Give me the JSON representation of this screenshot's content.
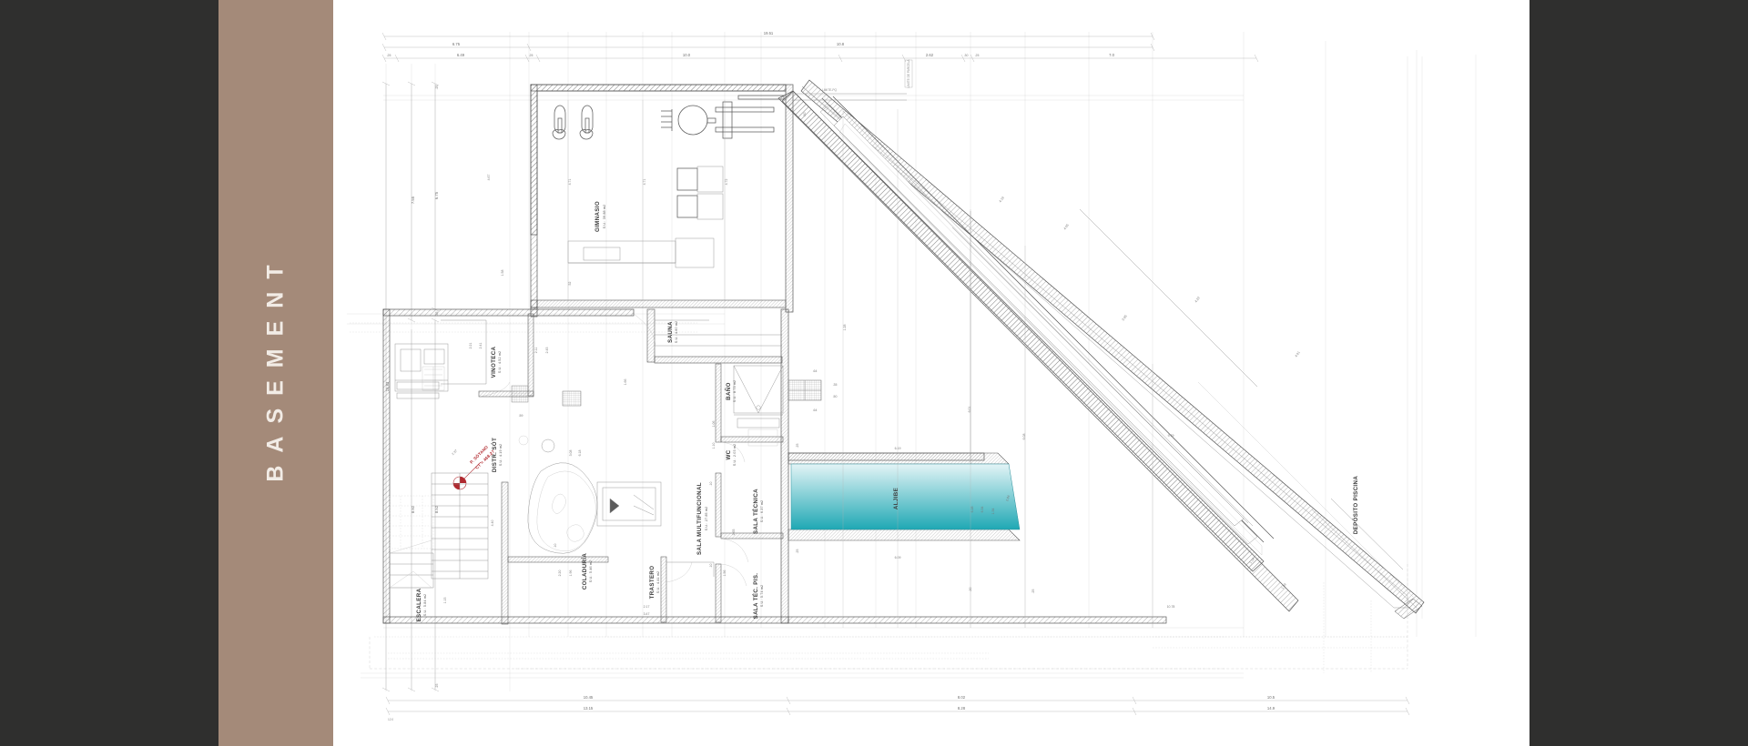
{
  "page": {
    "background": "#ffffff",
    "band_dark_color": "#2f2f2e",
    "band_tan_color": "#a48a79"
  },
  "section": {
    "title": "BASEMENT",
    "text_color": "#f2ece6"
  },
  "plan": {
    "title": "BASEMENT",
    "drawing_type": "architectural-floor-plan",
    "level_marker": {
      "label": "P. SÓTANO",
      "elevation": "CT = 468.27",
      "color": "#b1292f"
    },
    "rooms": [
      {
        "id": "gimnasio",
        "name": "GIMNASIO",
        "area": "S.U.: 39.88 m2"
      },
      {
        "id": "sauna",
        "name": "SAUNA",
        "area": "S.U.: 4.60 m2"
      },
      {
        "id": "vinoteca",
        "name": "VINOTECA",
        "area": "S.U.: 4.52 m2"
      },
      {
        "id": "distr-sot",
        "name": "DISTR. SÓT",
        "area": "S.U.: 4.19 m2"
      },
      {
        "id": "escalera",
        "name": "ESCALERA",
        "area": "S.U.: 5.84 m2"
      },
      {
        "id": "coladuria",
        "name": "COLADURÍA",
        "area": "S.U.: 5.46 m2"
      },
      {
        "id": "trastero",
        "name": "TRASTERO",
        "area": "S.U.: 4.41 m2"
      },
      {
        "id": "sala-multi",
        "name": "SALA MULTIFUNCIONAL",
        "area": "S.U.: 27.85 m2"
      },
      {
        "id": "bano",
        "name": "BAÑO",
        "area": "S.U.: 8.73 m2"
      },
      {
        "id": "wc",
        "name": "WC",
        "area": "S.U.: 2.03 m2"
      },
      {
        "id": "sala-tecnica",
        "name": "SALA TÉCNICA",
        "area": "S.U.: 6.37 m2"
      },
      {
        "id": "sala-tec-pis",
        "name": "SALA TÉC. PIS.",
        "area": "S.U.: 5.74 m2"
      },
      {
        "id": "aljibe",
        "name": "ALJIBE",
        "area": ""
      },
      {
        "id": "deposito-piscina",
        "name": "DEPÓSITO PISCINA",
        "area": ""
      }
    ],
    "pool": {
      "name": "ALJIBE",
      "fill_top": "#e3f4f6",
      "fill_bottom": "#1fa8b4"
    },
    "dimensions": {
      "top_row_1": [
        "19.51"
      ],
      "top_row_2": [
        "6.75",
        "10.8"
      ],
      "top_row_3": [
        "0.25",
        "6.49",
        "0.25",
        "10.0",
        "2.62",
        "0.3",
        "0.25",
        "7.0"
      ],
      "left_column": [
        "7.55",
        "6.75",
        "15.83",
        "0.35",
        "8.92",
        "8.52"
      ],
      "bottom_row_1": [
        "10.45",
        "8.02",
        "10.5"
      ],
      "bottom_row_2": [
        "13.15",
        "8.28",
        "14.9"
      ],
      "interior_samples": [
        "4.71",
        "4.71",
        "4.72",
        "1.58",
        "4.67",
        "1.75",
        "2.25",
        "2.45",
        "2.71",
        "4.40",
        "4.65",
        "2.65",
        "1.15",
        "1.56",
        "2.20",
        "1.06",
        "1.10",
        "6.08",
        "6.28",
        "6.34",
        "1.20",
        "0.98",
        "1.24",
        "6.19",
        "6.09"
      ]
    },
    "notes": [
      "LIMITE DE PARCELA"
    ]
  }
}
